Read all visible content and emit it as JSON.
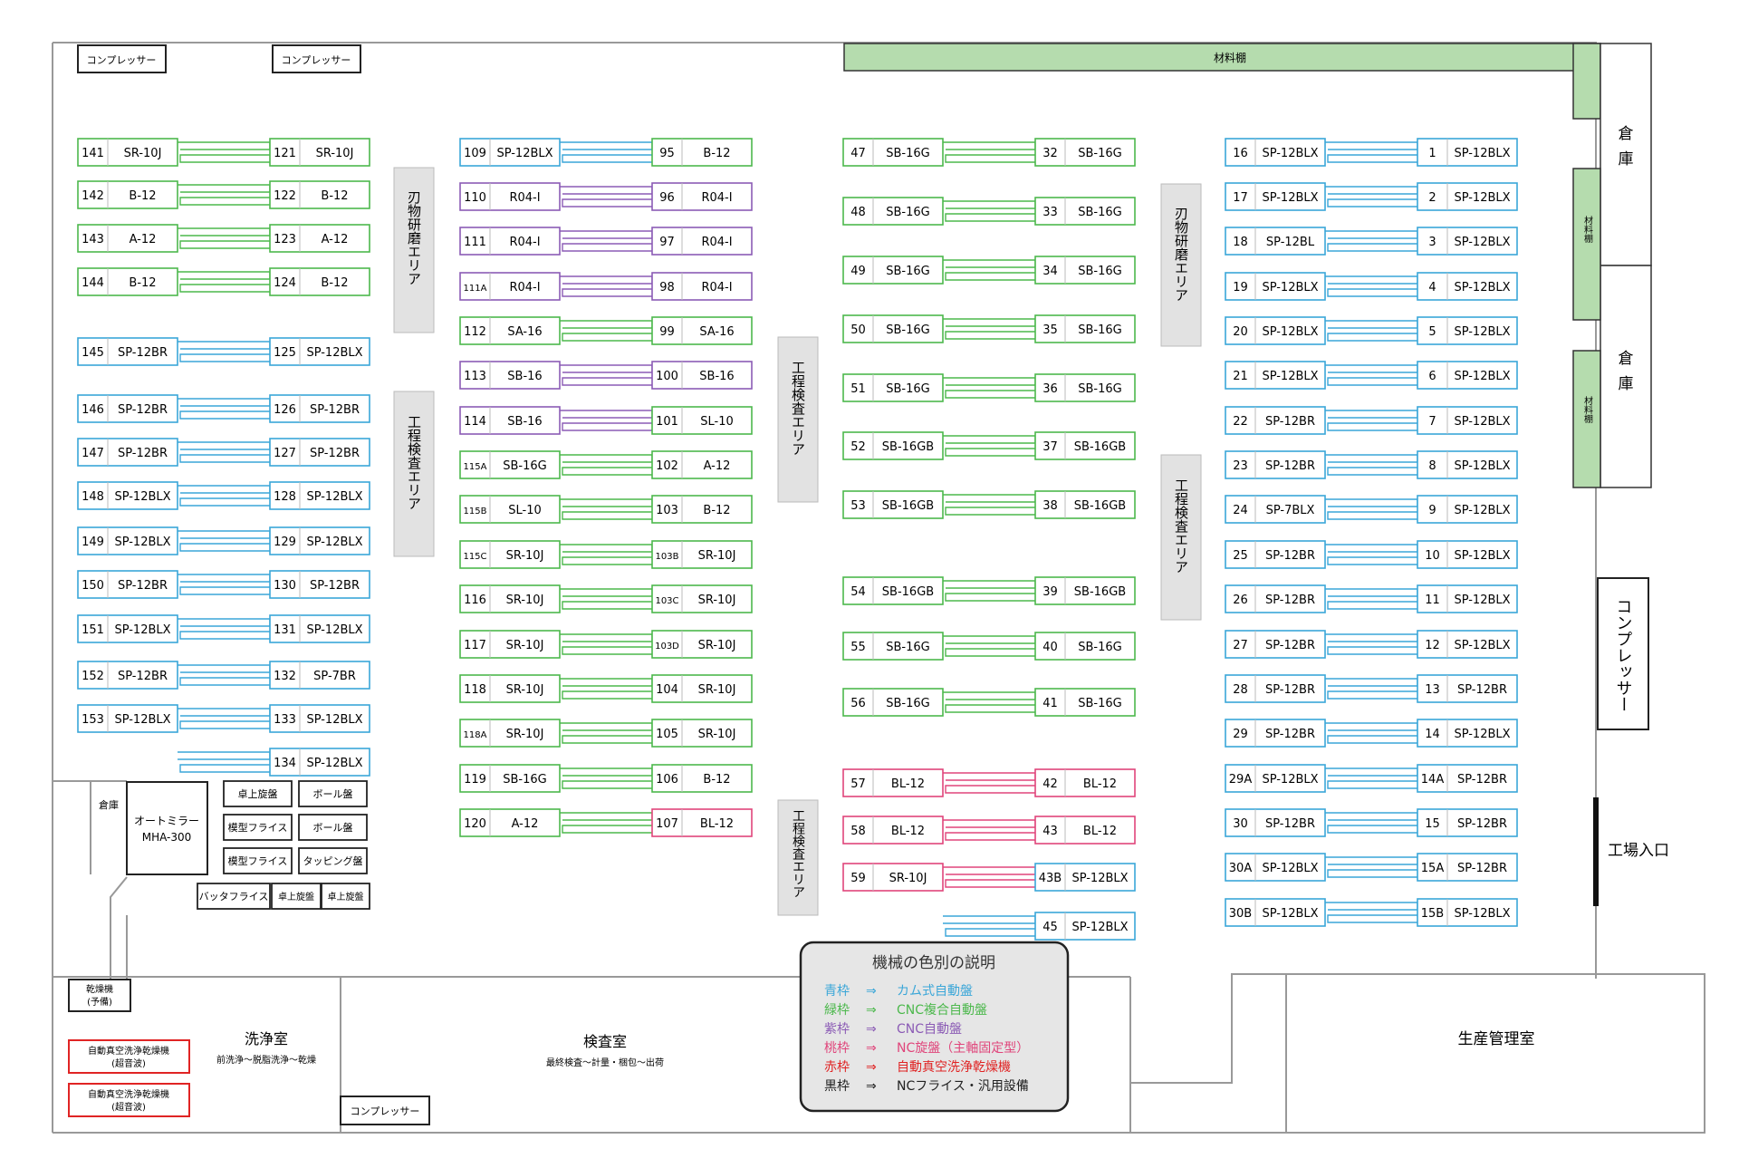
{
  "compressor_label": "コンプレッサー",
  "material_shelf_label": "材料棚",
  "warehouse_label": "倉庫",
  "factory_entrance_label": "工場入口",
  "tool_grinding_area_label": "刃物研磨エリア",
  "process_inspection_area_label": "工程検査エリア",
  "machines": [
    {
      "left": {
        "id": "141",
        "model": "SR-10J"
      },
      "right": {
        "id": "121",
        "model": "SR-10J"
      },
      "color": "green"
    },
    {
      "left": {
        "id": "142",
        "model": "B-12"
      },
      "right": {
        "id": "122",
        "model": "B-12"
      },
      "color": "green"
    },
    {
      "left": {
        "id": "143",
        "model": "A-12"
      },
      "right": {
        "id": "123",
        "model": "A-12"
      },
      "color": "green"
    },
    {
      "left": {
        "id": "144",
        "model": "B-12"
      },
      "right": {
        "id": "124",
        "model": "B-12"
      },
      "color": "green"
    },
    {
      "left": {
        "id": "145",
        "model": "SP-12BR"
      },
      "right": {
        "id": "125",
        "model": "SP-12BLX"
      },
      "color": "blue"
    },
    {
      "left": {
        "id": "146",
        "model": "SP-12BR"
      },
      "right": {
        "id": "126",
        "model": "SP-12BR"
      },
      "color": "blue"
    },
    {
      "left": {
        "id": "147",
        "model": "SP-12BR"
      },
      "right": {
        "id": "127",
        "model": "SP-12BR"
      },
      "color": "blue"
    },
    {
      "left": {
        "id": "148",
        "model": "SP-12BLX"
      },
      "right": {
        "id": "128",
        "model": "SP-12BLX"
      },
      "color": "blue"
    },
    {
      "left": {
        "id": "149",
        "model": "SP-12BLX"
      },
      "right": {
        "id": "129",
        "model": "SP-12BLX"
      },
      "color": "blue"
    },
    {
      "left": {
        "id": "150",
        "model": "SP-12BR"
      },
      "right": {
        "id": "130",
        "model": "SP-12BR"
      },
      "color": "blue"
    },
    {
      "left": {
        "id": "151",
        "model": "SP-12BLX"
      },
      "right": {
        "id": "131",
        "model": "SP-12BLX"
      },
      "color": "blue"
    },
    {
      "left": {
        "id": "152",
        "model": "SP-12BR"
      },
      "right": {
        "id": "132",
        "model": "SP-7BR"
      },
      "color": "blue"
    },
    {
      "left": {
        "id": "153",
        "model": "SP-12BLX"
      },
      "right": {
        "id": "133",
        "model": "SP-12BLX"
      },
      "color": "blue"
    },
    {
      "left": null,
      "right": {
        "id": "134",
        "model": "SP-12BLX"
      },
      "color": "blue"
    },
    {
      "left": {
        "id": "109",
        "model": "SP-12BLX"
      },
      "right": {
        "id": "95",
        "model": "B-12"
      },
      "color": "blue",
      "rcolor": "green"
    },
    {
      "left": {
        "id": "110",
        "model": "R04-I"
      },
      "right": {
        "id": "96",
        "model": "R04-I"
      },
      "color": "purple"
    },
    {
      "left": {
        "id": "111",
        "model": "R04-I"
      },
      "right": {
        "id": "97",
        "model": "R04-I"
      },
      "color": "purple"
    },
    {
      "left": {
        "id": "111A",
        "model": "R04-I"
      },
      "right": {
        "id": "98",
        "model": "R04-I"
      },
      "color": "purple"
    },
    {
      "left": {
        "id": "112",
        "model": "SA-16"
      },
      "right": {
        "id": "99",
        "model": "SA-16"
      },
      "color": "green"
    },
    {
      "left": {
        "id": "113",
        "model": "SB-16"
      },
      "right": {
        "id": "100",
        "model": "SB-16"
      },
      "color": "purple"
    },
    {
      "left": {
        "id": "114",
        "model": "SB-16"
      },
      "right": {
        "id": "101",
        "model": "SL-10"
      },
      "color": "purple",
      "rcolor": "green"
    },
    {
      "left": {
        "id": "115A",
        "model": "SB-16G"
      },
      "right": {
        "id": "102",
        "model": "A-12"
      },
      "color": "green"
    },
    {
      "left": {
        "id": "115B",
        "model": "SL-10"
      },
      "right": {
        "id": "103",
        "model": "B-12"
      },
      "color": "green"
    },
    {
      "left": {
        "id": "115C",
        "model": "SR-10J"
      },
      "right": {
        "id": "103B",
        "model": "SR-10J"
      },
      "color": "green"
    },
    {
      "left": {
        "id": "116",
        "model": "SR-10J"
      },
      "right": {
        "id": "103C",
        "model": "SR-10J"
      },
      "color": "green"
    },
    {
      "left": {
        "id": "117",
        "model": "SR-10J"
      },
      "right": {
        "id": "103D",
        "model": "SR-10J"
      },
      "color": "green"
    },
    {
      "left": {
        "id": "118",
        "model": "SR-10J"
      },
      "right": {
        "id": "104",
        "model": "SR-10J"
      },
      "color": "green"
    },
    {
      "left": {
        "id": "118A",
        "model": "SR-10J"
      },
      "right": {
        "id": "105",
        "model": "SR-10J"
      },
      "color": "green"
    },
    {
      "left": {
        "id": "119",
        "model": "SB-16G"
      },
      "right": {
        "id": "106",
        "model": "B-12"
      },
      "color": "green"
    },
    {
      "left": {
        "id": "120",
        "model": "A-12"
      },
      "right": {
        "id": "107",
        "model": "BL-12"
      },
      "color": "green",
      "rcolor": "pink"
    },
    {
      "left": {
        "id": "47",
        "model": "SB-16G"
      },
      "right": {
        "id": "32",
        "model": "SB-16G"
      },
      "color": "green"
    },
    {
      "left": {
        "id": "48",
        "model": "SB-16G"
      },
      "right": {
        "id": "33",
        "model": "SB-16G"
      },
      "color": "green"
    },
    {
      "left": {
        "id": "49",
        "model": "SB-16G"
      },
      "right": {
        "id": "34",
        "model": "SB-16G"
      },
      "color": "green"
    },
    {
      "left": {
        "id": "50",
        "model": "SB-16G"
      },
      "right": {
        "id": "35",
        "model": "SB-16G"
      },
      "color": "green"
    },
    {
      "left": {
        "id": "51",
        "model": "SB-16G"
      },
      "right": {
        "id": "36",
        "model": "SB-16G"
      },
      "color": "green"
    },
    {
      "left": {
        "id": "52",
        "model": "SB-16GB"
      },
      "right": {
        "id": "37",
        "model": "SB-16GB"
      },
      "color": "green"
    },
    {
      "left": {
        "id": "53",
        "model": "SB-16GB"
      },
      "right": {
        "id": "38",
        "model": "SB-16GB"
      },
      "color": "green"
    },
    {
      "left": {
        "id": "54",
        "model": "SB-16GB"
      },
      "right": {
        "id": "39",
        "model": "SB-16GB"
      },
      "color": "green"
    },
    {
      "left": {
        "id": "55",
        "model": "SB-16G"
      },
      "right": {
        "id": "40",
        "model": "SB-16G"
      },
      "color": "green"
    },
    {
      "left": {
        "id": "56",
        "model": "SB-16G"
      },
      "right": {
        "id": "41",
        "model": "SB-16G"
      },
      "color": "green"
    },
    {
      "left": {
        "id": "57",
        "model": "BL-12"
      },
      "right": {
        "id": "42",
        "model": "BL-12"
      },
      "color": "pink"
    },
    {
      "left": {
        "id": "58",
        "model": "BL-12"
      },
      "right": {
        "id": "43",
        "model": "BL-12"
      },
      "color": "pink"
    },
    {
      "left": {
        "id": "59",
        "model": "SR-10J"
      },
      "right": {
        "id": "43B",
        "model": "SP-12BLX"
      },
      "color": "pink",
      "rcolor": "blue"
    },
    {
      "left": null,
      "right": {
        "id": "45",
        "model": "SP-12BLX"
      },
      "color": "blue"
    },
    {
      "left": {
        "id": "16",
        "model": "SP-12BLX"
      },
      "right": {
        "id": "1",
        "model": "SP-12BLX"
      },
      "color": "blue"
    },
    {
      "left": {
        "id": "17",
        "model": "SP-12BLX"
      },
      "right": {
        "id": "2",
        "model": "SP-12BLX"
      },
      "color": "blue"
    },
    {
      "left": {
        "id": "18",
        "model": "SP-12BL"
      },
      "right": {
        "id": "3",
        "model": "SP-12BLX"
      },
      "color": "blue"
    },
    {
      "left": {
        "id": "19",
        "model": "SP-12BLX"
      },
      "right": {
        "id": "4",
        "model": "SP-12BLX"
      },
      "color": "blue"
    },
    {
      "left": {
        "id": "20",
        "model": "SP-12BLX"
      },
      "right": {
        "id": "5",
        "model": "SP-12BLX"
      },
      "color": "blue"
    },
    {
      "left": {
        "id": "21",
        "model": "SP-12BLX"
      },
      "right": {
        "id": "6",
        "model": "SP-12BLX"
      },
      "color": "blue"
    },
    {
      "left": {
        "id": "22",
        "model": "SP-12BR"
      },
      "right": {
        "id": "7",
        "model": "SP-12BLX"
      },
      "color": "blue"
    },
    {
      "left": {
        "id": "23",
        "model": "SP-12BR"
      },
      "right": {
        "id": "8",
        "model": "SP-12BLX"
      },
      "color": "blue"
    },
    {
      "left": {
        "id": "24",
        "model": "SP-7BLX"
      },
      "right": {
        "id": "9",
        "model": "SP-12BLX"
      },
      "color": "blue"
    },
    {
      "left": {
        "id": "25",
        "model": "SP-12BR"
      },
      "right": {
        "id": "10",
        "model": "SP-12BLX"
      },
      "color": "blue"
    },
    {
      "left": {
        "id": "26",
        "model": "SP-12BR"
      },
      "right": {
        "id": "11",
        "model": "SP-12BLX"
      },
      "color": "blue"
    },
    {
      "left": {
        "id": "27",
        "model": "SP-12BR"
      },
      "right": {
        "id": "12",
        "model": "SP-12BLX"
      },
      "color": "blue"
    },
    {
      "left": {
        "id": "28",
        "model": "SP-12BR"
      },
      "right": {
        "id": "13",
        "model": "SP-12BR"
      },
      "color": "blue"
    },
    {
      "left": {
        "id": "29",
        "model": "SP-12BR"
      },
      "right": {
        "id": "14",
        "model": "SP-12BLX"
      },
      "color": "blue"
    },
    {
      "left": {
        "id": "29A",
        "model": "SP-12BLX"
      },
      "right": {
        "id": "14A",
        "model": "SP-12BR"
      },
      "color": "blue"
    },
    {
      "left": {
        "id": "30",
        "model": "SP-12BR"
      },
      "right": {
        "id": "15",
        "model": "SP-12BR"
      },
      "color": "blue"
    },
    {
      "left": {
        "id": "30A",
        "model": "SP-12BLX"
      },
      "right": {
        "id": "15A",
        "model": "SP-12BR"
      },
      "color": "blue"
    },
    {
      "left": {
        "id": "30B",
        "model": "SP-12BLX"
      },
      "right": {
        "id": "15B",
        "model": "SP-12BLX"
      },
      "color": "blue"
    }
  ],
  "small_area": {
    "warehouse": "倉庫",
    "auto_mirror": "オートミラー MHA-300",
    "equipment": [
      "卓上旋盤",
      "ボール盤",
      "模型フライス",
      "ボール盤",
      "模型フライス",
      "タッピング盤",
      "バッタフライス",
      "卓上旋盤",
      "卓上旋盤"
    ]
  },
  "rooms": {
    "dryer_spare": "乾燥機（予備）",
    "vac_dryer": "自動真空洗浄乾燥機（超音波）",
    "washroom": "洗浄室",
    "washroom_sub": "前洗浄～脱脂洗浄～乾燥",
    "inspection_room": "検査室",
    "inspection_sub": "最終検査～計量・梱包～出荷",
    "production_control": "生産管理室"
  },
  "legend": {
    "title": "機械の色別の説明",
    "items": [
      {
        "key": "青枠",
        "desc": "カム式自動盤",
        "color": "#3aa6d8"
      },
      {
        "key": "緑枠",
        "desc": "CNC複合自動盤",
        "color": "#4cb84c"
      },
      {
        "key": "紫枠",
        "desc": "CNC自動盤",
        "color": "#8b5bb5"
      },
      {
        "key": "桃枠",
        "desc": "NC旋盤（主軸固定型）",
        "color": "#e0457b"
      },
      {
        "key": "赤枠",
        "desc": "自動真空洗浄乾燥機",
        "color": "#e02424"
      },
      {
        "key": "黒枠",
        "desc": "NCフライス・汎用設備",
        "color": "#222222"
      }
    ]
  },
  "colors": {
    "blue": "#3aa6d8",
    "green": "#4cb84c",
    "purple": "#8b5bb5",
    "pink": "#e0457b",
    "red": "#e02424",
    "black": "#222222",
    "gray_fill": "#e2e2e2",
    "shelf_fill": "#b5dcae"
  }
}
